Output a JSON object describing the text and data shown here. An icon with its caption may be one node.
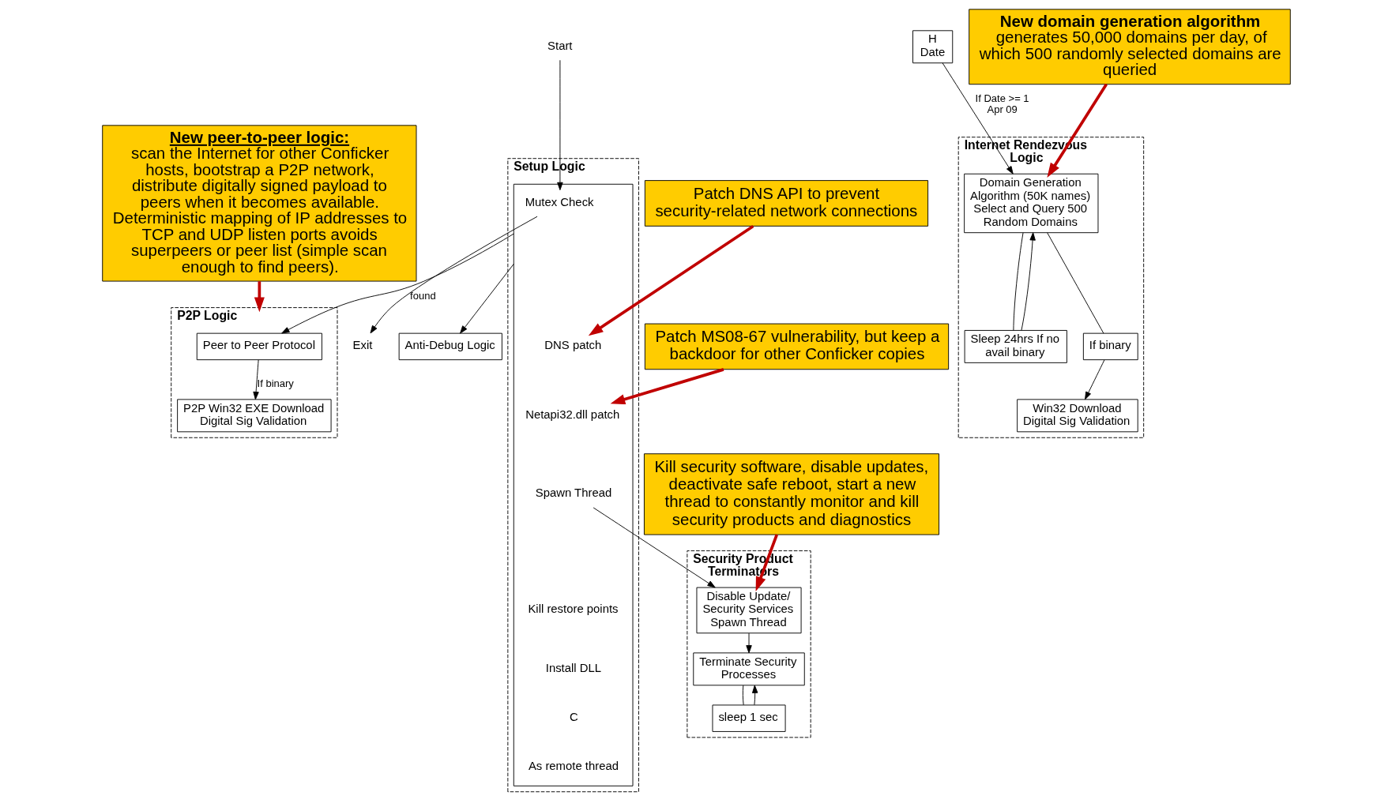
{
  "diagram": {
    "nodes": [
      {
        "text": [
          "Start"
        ]
      },
      {
        "text": [
          "Setup Logic"
        ]
      },
      {
        "text": [],
        "shape": "box",
        "in": 1
      },
      {
        "text": [
          "Mutex Check"
        ],
        "in": 2
      },
      {
        "text": [
          "DNS patch"
        ],
        "in": 2
      },
      {
        "text": [
          "Netapi32.dll patch"
        ],
        "in": 2
      },
      {
        "text": [
          "Spawn Thread"
        ],
        "in": 2
      },
      {
        "text": [
          "Kill restore points"
        ],
        "in": 2
      },
      {
        "text": [
          "Install DLL"
        ],
        "in": 2
      },
      {
        "text": [
          "C"
        ],
        "in": 2
      },
      {
        "text": [
          "As remote thread"
        ],
        "in": 2
      },
      {
        "text": [
          "Exit"
        ]
      },
      {
        "text": [
          "Security Product Terminators"
        ]
      },
      {
        "text": [
          "Disable Update/ Security Services",
          "Spawn Thread"
        ],
        "in": 12
      },
      {
        "text": [
          "Terminate Security Processes"
        ],
        "in": 12
      },
      {
        "text": [
          "sleep 1 sec"
        ],
        "in": 12
      },
      {
        "text": [
          "Anti-Debug Logic"
        ]
      },
      {
        "text": [
          "P2P Logic"
        ]
      },
      {
        "text": [
          "Peer to Peer Protocol"
        ],
        "in": 17
      },
      {
        "text": [
          "P2P Win32 EXE Download Digital Sig Validation"
        ],
        "in": 17
      },
      {
        "text": [
          "H",
          "Date"
        ]
      },
      {
        "text": [
          "Internet Rendezvous Logic"
        ]
      },
      {
        "text": [
          "Domain Generation Algorithm (50K names)",
          "Select and Query 500 Random Domains"
        ],
        "in": 21
      },
      {
        "text": [
          "Win32 Download",
          "Digital Sig Validation"
        ],
        "in": 21
      },
      {
        "text": [
          "Sleep 24hrs If no avail binary"
        ],
        "in": 21
      },
      {
        "text": [
          "If binary"
        ],
        "in": 21
      },
      {
        "text": [
          "Patch DNS API to prevent security-related network connections"
        ]
      },
      {
        "text": [
          "Patch MS08-67 vulnerability, but keep a backdoor for other Conficker copies"
        ]
      },
      {
        "text": [
          "Kill security software, disable updates, deactivate safe reboot, start a new thread to constantly monitor and kill security products and diagnostics"
        ]
      },
      {
        "text": [
          "New peer-to-peer logic:",
          "scan the Internet for other Conficker hosts, bootstrap a P2P network, distribute digitally signed payload to peers when it becomes available. Deterministic mapping of IP addresses to TCP and UDP listen ports avoids superpeers or peer list (simple scan enough to find peers)."
        ]
      },
      {
        "text": [
          "**New domain generation algorithm** generates 50,000 domains per day, of which 500 randomly selected domains are queried"
        ]
      }
    ],
    "edges": [
      {
        "from": 0,
        "to": 3,
        "arrow": "to"
      },
      {
        "from": 3,
        "to": 11,
        "arrow": "to",
        "label": "found"
      },
      {
        "from": 6,
        "to": 13,
        "arrow": "to"
      },
      {
        "from": 13,
        "to": 14,
        "arrow": "to"
      },
      {
        "from": 14,
        "to": 15,
        "arrow": "none"
      },
      {
        "from": 15,
        "to": 14,
        "arrow": "to"
      },
      {
        "from": 2,
        "to": 16,
        "arrow": "to"
      },
      {
        "from": 2,
        "to": 18,
        "arrow": "to"
      },
      {
        "from": 18,
        "to": 19,
        "arrow": "to",
        "label": "If binary"
      },
      {
        "from": 20,
        "to": 22,
        "arrow": "to",
        "label": "If Date >= 1 Apr 09"
      },
      {
        "from": 22,
        "to": 24,
        "arrow": "none"
      },
      {
        "from": 24,
        "to": 22,
        "arrow": "to"
      },
      {
        "from": 22,
        "to": 25,
        "arrow": "none"
      },
      {
        "from": 25,
        "to": 23,
        "arrow": "to"
      },
      {
        "from": 26,
        "to": 4,
        "arrow": "to",
        "style": "thick",
        "color": "#c00000"
      },
      {
        "from": 27,
        "to": 5,
        "arrow": "to",
        "style": "thick",
        "color": "#c00000"
      },
      {
        "from": 28,
        "to": 13,
        "arrow": "to",
        "style": "thick",
        "color": "#c00000"
      },
      {
        "from": 29,
        "to": 17,
        "arrow": "to",
        "style": "thick",
        "color": "#c00000"
      },
      {
        "from": 30,
        "to": 22,
        "arrow": "to",
        "style": "thick",
        "color": "#c00000"
      }
    ]
  }
}
